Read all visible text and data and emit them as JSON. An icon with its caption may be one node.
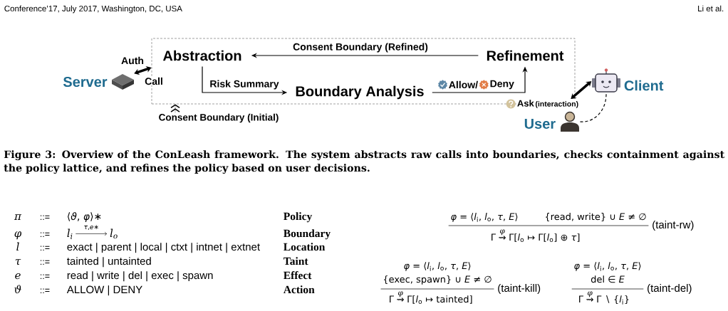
{
  "diagram": {
    "caption": "Figure 3: Overview of the ConLeash framework. The system abstracts raw calls into boundaries, checks containment against the policy lattice, and refines the policy based on user decisions.",
    "nodes": [
      {
        "text": [],
        "shape": "box"
      },
      {
        "text": [
          "Abstraction"
        ],
        "in": 0
      },
      {
        "text": [
          "Refinement"
        ],
        "in": 0
      },
      {
        "text": [],
        "shape": "picture",
        "beside": [
          "Server"
        ]
      },
      {
        "text": [],
        "shape": "picture",
        "beside": [
          "Client"
        ]
      },
      {
        "text": [
          "Boundary Analysis"
        ],
        "in": 0
      },
      {
        "text": [
          "Ask",
          "(interaction)"
        ]
      },
      {
        "text": [
          "Consent Boundary (Initial)"
        ]
      },
      {
        "text": [],
        "shape": "person",
        "beside": [
          "User"
        ]
      }
    ],
    "edges": [
      {
        "from": 2,
        "to": 1,
        "arrow": "to",
        "label": "Consent Boundary (Refined)"
      },
      {
        "from": 1,
        "to": 5,
        "arrow": "to",
        "label": "Risk Summary"
      },
      {
        "from": 5,
        "to": 2,
        "arrow": "to",
        "label": "Allow/"
      },
      {
        "from": 3,
        "to": 0,
        "arrow": "both",
        "label": "Auth",
        "style": "thick"
      },
      {
        "from": 4,
        "to": 6,
        "arrow": "both",
        "style": "thick"
      },
      {
        "from": 4,
        "to": 8,
        "arrow": "none",
        "style": "dashed"
      },
      {
        "from": 7,
        "to": 0,
        "arrow": "to"
      }
    ],
    "labels": [
      "Conference’17, July 2017, Washington, DC, USA",
      "Li et al.",
      "Call",
      "Deny",
      "π",
      "::=",
      "⟨*ϑ*, *φ*⟩∗",
      "Policy",
      "φ",
      "::=",
      "l$_{i}$",
      "*τ*,*e*∗",
      "l$_{o}$",
      "Boundary",
      "l",
      "::=",
      "exact | parent | local | ctxt | intnet | extnet",
      "Location",
      "τ",
      "::=",
      "tainted | untainted",
      "Taint",
      "e",
      "::=",
      "read | write | del | exec | spawn",
      "Effect",
      "ϑ",
      "::=",
      "ALLOW | DENY",
      "Action",
      "*φ* = ⟨*l*$_{i}$, *l*$_{o}$, *τ*, *E*⟩",
      "{read, write} ∪ *E* ≠ ∅",
      "(taint-rw)",
      "Γ",
      "φ",
      "⇝",
      "Γ[*l*$_{o}$ ↦ Γ[*l*$_{o}$] ⊕ *τ*]",
      "*φ* = ⟨*l*$_{i}$, *l*$_{o}$, *τ*, *E*⟩",
      "{exec, spawn} ∪ *E* ≠ ∅",
      "(taint-kill)",
      "Γ",
      "φ",
      "⇝",
      "Γ[*l*$_{o}$ ↦ tainted]",
      "*φ* = ⟨*l*$_{i}$, *l*$_{o}$, *τ*, *E*⟩",
      "del ∈ *E*",
      "(taint-del)",
      "Γ",
      "φ",
      "⇝",
      "Γ ∖ {*l*$_{i}$}"
    ]
  }
}
